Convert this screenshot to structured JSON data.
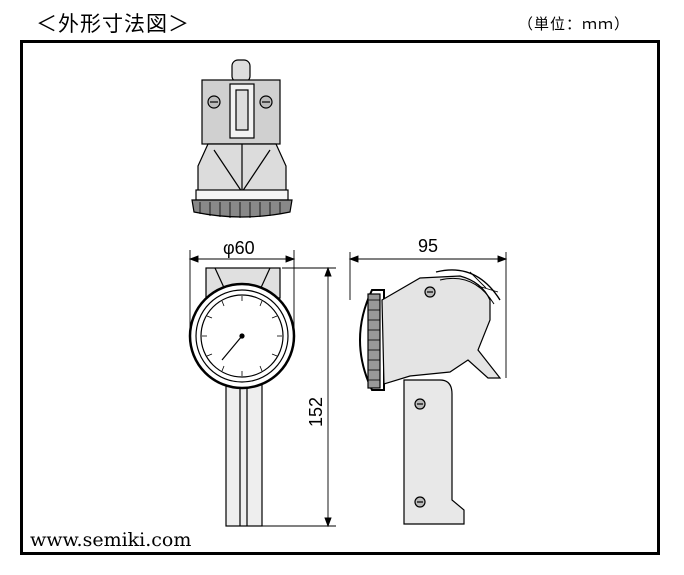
{
  "header": {
    "title": "＜外形寸法図＞",
    "unit": "（単位：ｍｍ）"
  },
  "drawing": {
    "dimensions": {
      "dial_diameter": "φ60",
      "height": "152",
      "width": "95"
    },
    "views": [
      "top-view",
      "front-view",
      "side-view"
    ]
  },
  "footer": {
    "website": "www.semiki.com"
  }
}
